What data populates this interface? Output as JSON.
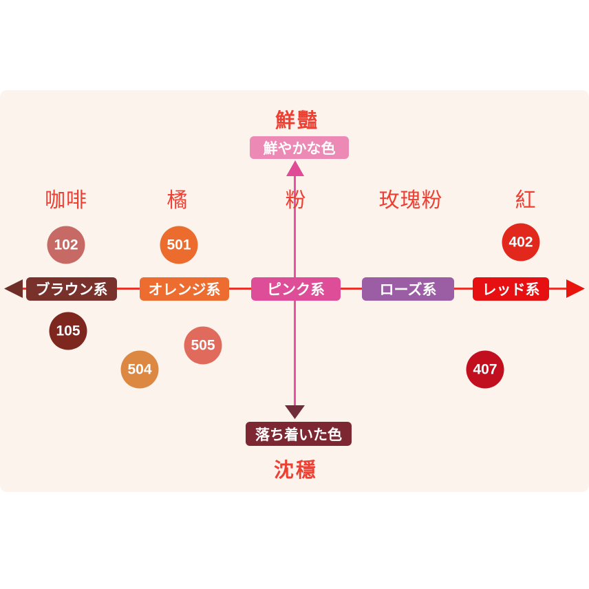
{
  "diagram": {
    "panel_bg": "#fdf3ed",
    "text_red": "#ee3f33"
  },
  "vertical_axis": {
    "top_title": "鮮豔",
    "top_box_label": "鮮やかな色",
    "top_box_bg": "#ec89b5",
    "bottom_box_label": "落ち着いた色",
    "bottom_box_bg": "#7c2731",
    "bottom_title": "沈穩",
    "line_color": "#ee4fa0",
    "up_arrow_color": "#e04b96",
    "down_arrow_color": "#702c38"
  },
  "horizontal_axis": {
    "line_color": "#e8332a",
    "left_arrow_color": "#6f2f28",
    "right_arrow_color": "#e8150f",
    "boxes": [
      {
        "label": "ブラウン系",
        "bg": "#78322b"
      },
      {
        "label": "オレンジ系",
        "bg": "#ed6d31"
      },
      {
        "label": "ピンク系",
        "bg": "#de4d98"
      },
      {
        "label": "ローズ系",
        "bg": "#9b5ea5"
      },
      {
        "label": "レッド系",
        "bg": "#e60f12"
      }
    ]
  },
  "category_labels": [
    {
      "text": "咖啡"
    },
    {
      "text": "橘"
    },
    {
      "text": "粉"
    },
    {
      "text": "玫瑰粉"
    },
    {
      "text": "紅"
    }
  ],
  "swatches": [
    {
      "code": "102",
      "color": "#c76a66"
    },
    {
      "code": "501",
      "color": "#ec6c2e"
    },
    {
      "code": "402",
      "color": "#e2271d"
    },
    {
      "code": "105",
      "color": "#7e271f"
    },
    {
      "code": "505",
      "color": "#e06b5c"
    },
    {
      "code": "504",
      "color": "#dc8843"
    },
    {
      "code": "407",
      "color": "#c10f20"
    }
  ]
}
